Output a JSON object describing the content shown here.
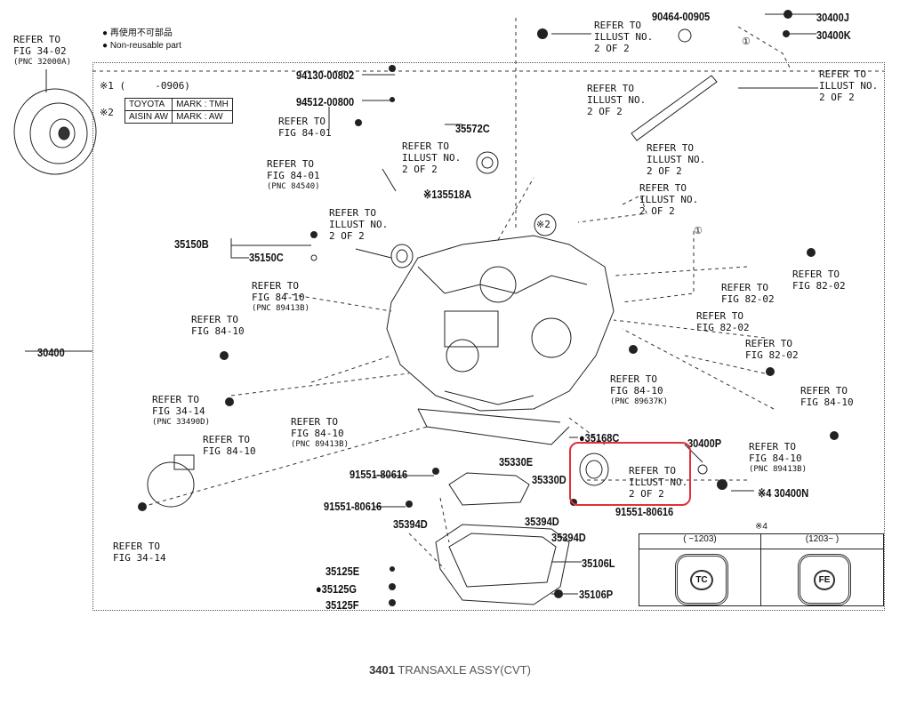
{
  "legend": {
    "jp": "● 再使用不可部品",
    "en": "● Non-reusable part"
  },
  "notes": {
    "n1": "※1 (     -0906)",
    "n2": "※2"
  },
  "mark_table": [
    [
      "TOYOTA",
      "MARK : TMH"
    ],
    [
      "AISIN AW",
      "MARK : AW"
    ]
  ],
  "labels": {
    "torque": [
      "REFER TO",
      "FIG 34-02",
      "(PNC 32000A)"
    ],
    "p94130": "94130-00802",
    "p94512": "94512-00800",
    "fig8401a": [
      "REFER TO",
      "FIG 84-01"
    ],
    "p35572C": "35572C",
    "illA": [
      "REFER TO",
      "ILLUST NO.",
      "2 OF 2"
    ],
    "fig8401b": [
      "REFER TO",
      "FIG 84-01",
      "(PNC 84540)"
    ],
    "p35518A": "※135518A",
    "illB": [
      "REFER TO",
      "ILLUST NO.",
      "2 OF 2"
    ],
    "p35150B": "35150B",
    "p35150C": "35150C",
    "fig8410a": [
      "REFER TO",
      "FIG 84-10",
      "(PNC 89413B)"
    ],
    "fig8410b": [
      "REFER TO",
      "FIG 84-10"
    ],
    "p30400": "30400",
    "illTop": [
      "REFER TO",
      "ILLUST NO.",
      "2 OF 2"
    ],
    "p90464": "90464-00905",
    "p30400J": "30400J",
    "p30400K": "30400K",
    "illC": [
      "REFER TO",
      "ILLUST NO.",
      "2 OF 2"
    ],
    "illD": [
      "REFER TO",
      "ILLUST NO.",
      "2 OF 2"
    ],
    "illE": [
      "REFER TO",
      "ILLUST NO.",
      "2 OF 2"
    ],
    "illF": [
      "REFER TO",
      "ILLUST NO.",
      "2 OF 2"
    ],
    "fig8202a": [
      "REFER TO",
      "FIG 82-02"
    ],
    "fig8202b": [
      "REFER TO",
      "FIG 82-02"
    ],
    "fig8202c": [
      "REFER TO",
      "FIG 82-02"
    ],
    "fig8202d": [
      "REFER TO",
      "FIG 82-02"
    ],
    "fig8410c": [
      "REFER TO",
      "FIG 84-10",
      "(PNC 89637K)"
    ],
    "fig8410d": [
      "REFER TO",
      "FIG 84-10"
    ],
    "fig8410e": [
      "REFER TO",
      "FIG 84-10",
      "(PNC 89413B)"
    ],
    "fig3414a": [
      "REFER TO",
      "FIG 34-14",
      "(PNC 33490D)"
    ],
    "fig8410f": [
      "REFER TO",
      "FIG 84-10"
    ],
    "fig8410g": [
      "REFER TO",
      "FIG 84-10",
      "(PNC 89413B)"
    ],
    "p35168C": "●35168C",
    "p30400P": "30400P",
    "illRed": [
      "REFER TO",
      "ILLUST NO.",
      "2 OF 2"
    ],
    "p30400N": "※4 30400N",
    "p91551a": "91551-80616",
    "p91551b": "91551-80616",
    "p91551c": "91551-80616",
    "p35330E": "35330E",
    "p35330D": "35330D",
    "p35394Da": "35394D",
    "p35394Db": "35394D",
    "p35394Dc": "35394D",
    "p35125E": "35125E",
    "p35125G": "●35125G",
    "p35125F": "35125F",
    "p35106L": "35106L",
    "p35106P": "35106P",
    "fig3414b": [
      "REFER TO",
      "FIG 34-14"
    ],
    "circ1a": "①",
    "circ1b": "①",
    "circ2": "※2"
  },
  "table4": {
    "title": "※4",
    "col1": "(    ~1203)",
    "col2": "(1203~    )",
    "mark1": "TC",
    "mark2": "FE"
  },
  "caption": {
    "number": "3401",
    "title": "TRANSAXLE ASSY(CVT)"
  },
  "colors": {
    "highlight": "#e0303a"
  }
}
